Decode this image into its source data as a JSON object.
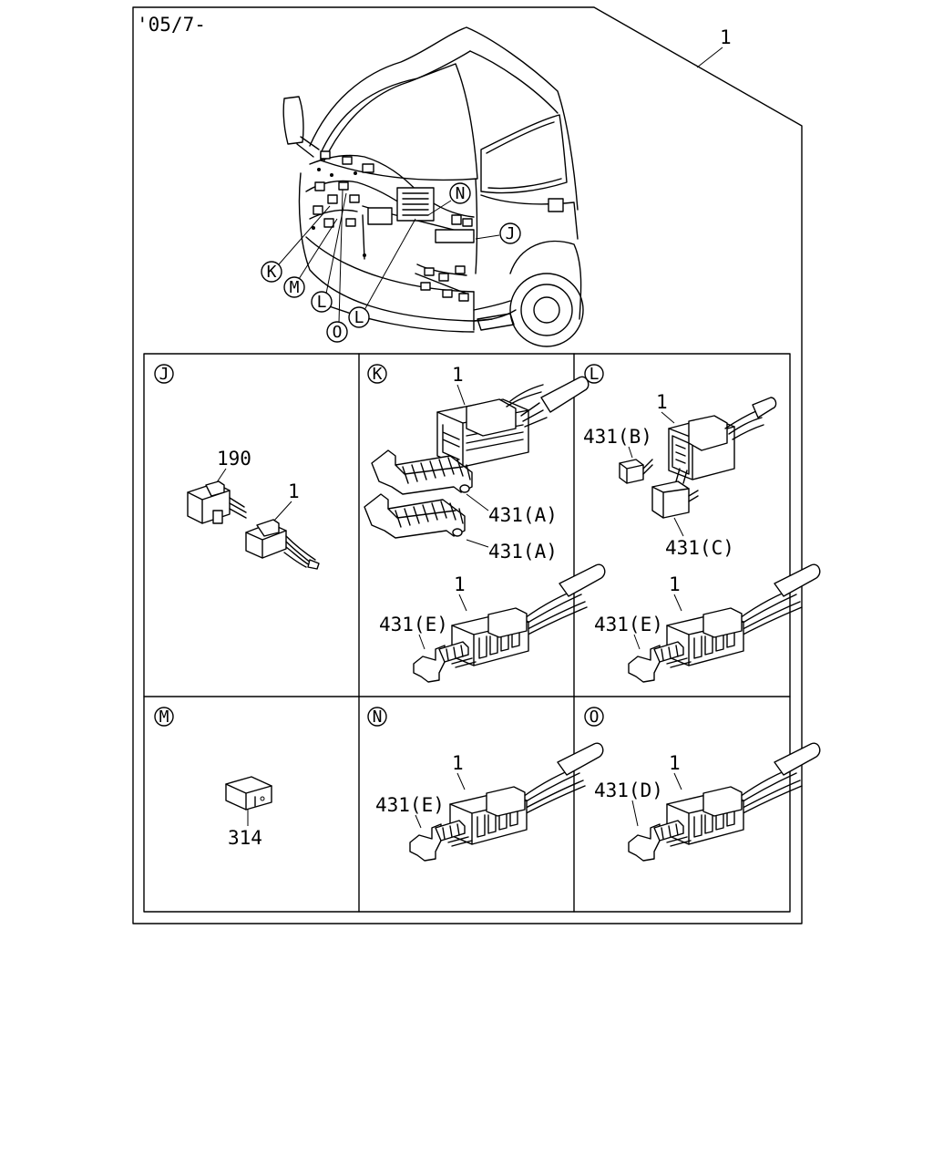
{
  "header": {
    "date_code": "'05/7-"
  },
  "overview": {
    "assembly_ref": "1",
    "callouts": [
      "N",
      "J",
      "K",
      "M",
      "L",
      "L",
      "O"
    ]
  },
  "panels": {
    "J": {
      "letter": "J",
      "parts": [
        "190",
        "1"
      ]
    },
    "K": {
      "letter": "K",
      "parts": [
        "1",
        "431(A)",
        "431(A)",
        "1",
        "431(E)"
      ]
    },
    "L": {
      "letter": "L",
      "parts": [
        "1",
        "431(B)",
        "431(C)",
        "1",
        "431(E)"
      ]
    },
    "M": {
      "letter": "M",
      "parts": [
        "314"
      ]
    },
    "N": {
      "letter": "N",
      "parts": [
        "1",
        "431(E)"
      ]
    },
    "O": {
      "letter": "O",
      "parts": [
        "1",
        "431(D)"
      ]
    }
  }
}
